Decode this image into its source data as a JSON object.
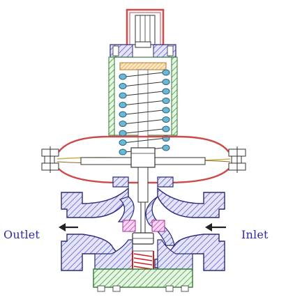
{
  "labels": {
    "outlet": "Outlet",
    "inlet": "Inlet"
  },
  "colors": {
    "background": "#ffffff",
    "body_outline": "#2a2a7a",
    "body_hatch": "#7a7ad8",
    "body_fill": "#e4e4fa",
    "bonnet_fill": "#e8f7e4",
    "bonnet_hatch": "#3c9a3c",
    "spring": "#6ab8d8",
    "spring_outline": "#2c5f6f",
    "cap_red": "#cc4a4a",
    "seat_pink": "#e58ad8",
    "diaphragm_yellow": "#c8b450",
    "label_text": "#2a2ab0",
    "arrow": "#222222"
  },
  "icons": {
    "flow_arrow": "left-arrow"
  }
}
